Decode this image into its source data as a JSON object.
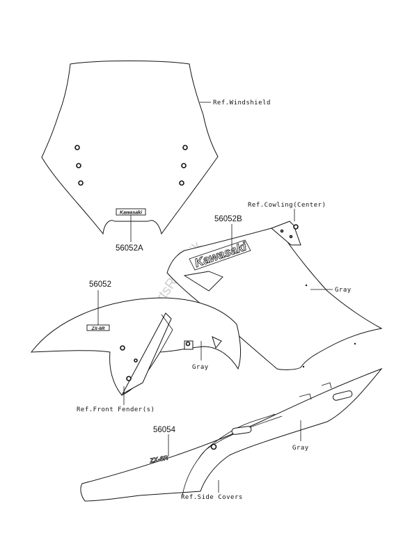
{
  "labels": {
    "windshield_ref": "Ref.Windshield",
    "part_56052A": "56052A",
    "cowling_ref": "Ref.Cowling(Center)",
    "part_56052B": "56052B",
    "gray_cowling": "Gray",
    "part_56052": "56052",
    "gray_fender": "Gray",
    "front_fender_ref": "Ref.Front Fender(s)",
    "part_56054": "56054",
    "gray_side_covers": "Gray",
    "side_covers_ref": "Ref.Side Covers"
  },
  "decals": {
    "windshield_logo": "Kawasaki",
    "cowling_logo": "Kawasaki",
    "fender_logo": "ZX-6R",
    "side_cover_logo": "ZX-6R"
  },
  "watermark": "PartsRepublik"
}
